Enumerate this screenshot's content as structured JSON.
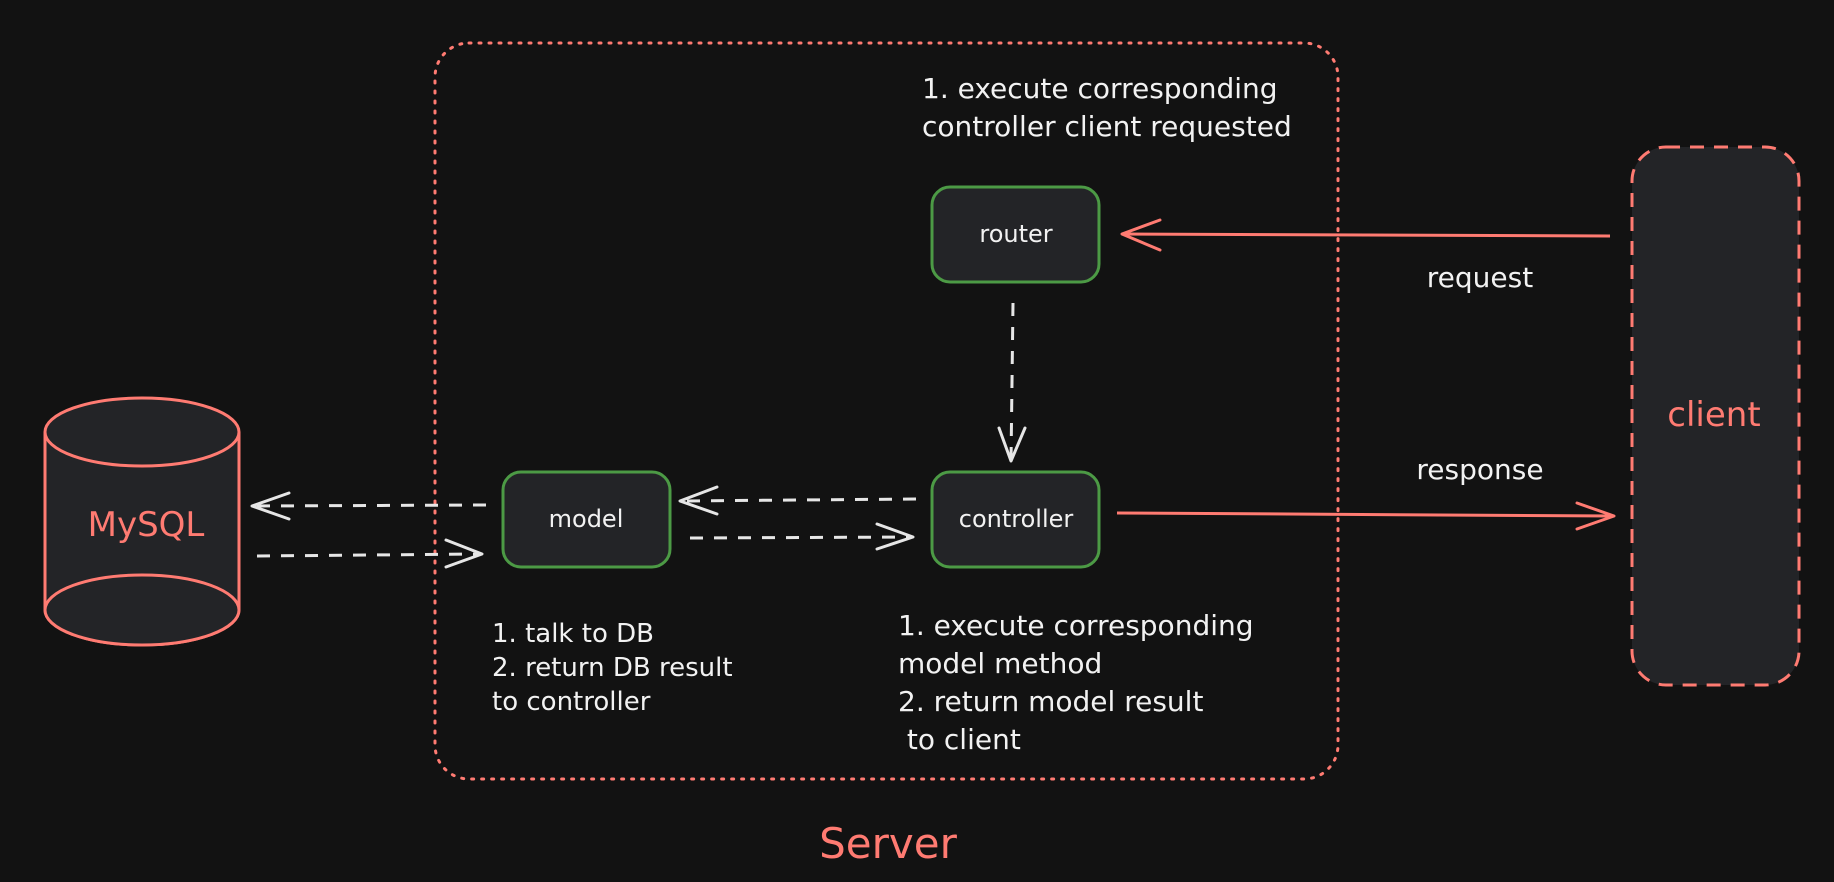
{
  "colors": {
    "background": "#121212",
    "accent_red": "#ff7b72",
    "node_green": "#4c9a45",
    "node_fill": "#232427",
    "arrow_light": "#e6e6e6",
    "text_light": "#f2f2f2"
  },
  "server": {
    "title": "Server"
  },
  "database": {
    "label": "MySQL"
  },
  "client": {
    "label": "client"
  },
  "nodes": {
    "router": "router",
    "model": "model",
    "controller": "controller"
  },
  "edges": {
    "request": "request",
    "response": "response"
  },
  "notes": {
    "router": {
      "line1": "1. execute corresponding",
      "line2": "controller client requested"
    },
    "model": {
      "line1": "1. talk to DB",
      "line2": "2. return DB result",
      "line3": "to controller"
    },
    "controller": {
      "line1": "1. execute corresponding",
      "line2": "model method",
      "line3": "2. return model result",
      "line4": " to client"
    }
  }
}
